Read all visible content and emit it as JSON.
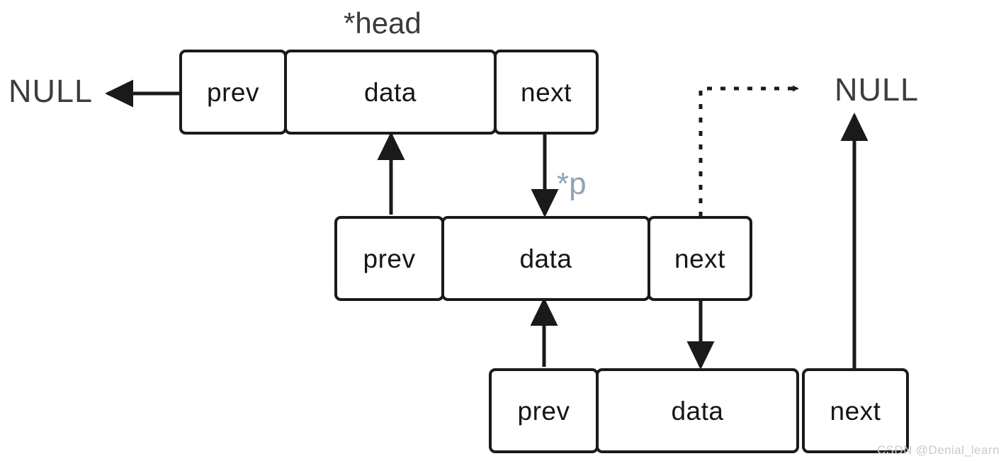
{
  "diagram": {
    "title_label": "*head",
    "pointer_label": "*p",
    "null_left": "NULL",
    "null_right": "NULL",
    "watermark": "CSDN @Denial_learn",
    "colors": {
      "stroke": "#1a1a1a",
      "text": "#15151b",
      "label": "#3a3a3a",
      "pointer_label": "#8fa3b8",
      "watermark": "#c9c9c9",
      "background": "#ffffff"
    },
    "nodes": [
      {
        "id": "node-head",
        "cells": [
          {
            "name": "prev",
            "label": "prev"
          },
          {
            "name": "data",
            "label": "data"
          },
          {
            "name": "next",
            "label": "next"
          }
        ]
      },
      {
        "id": "node-p",
        "cells": [
          {
            "name": "prev",
            "label": "prev"
          },
          {
            "name": "data",
            "label": "data"
          },
          {
            "name": "next",
            "label": "next"
          }
        ]
      },
      {
        "id": "node-tail",
        "cells": [
          {
            "name": "prev",
            "label": "prev"
          },
          {
            "name": "data",
            "label": "data"
          },
          {
            "name": "next",
            "label": "next"
          }
        ]
      }
    ],
    "arrows": [
      {
        "name": "head-prev-to-null",
        "style": "solid",
        "direction": "left"
      },
      {
        "name": "head-next-to-node2",
        "style": "solid",
        "direction": "down"
      },
      {
        "name": "node2-prev-to-head",
        "style": "solid",
        "direction": "up"
      },
      {
        "name": "node2-next-to-node3",
        "style": "solid",
        "direction": "down"
      },
      {
        "name": "node3-prev-to-node2",
        "style": "solid",
        "direction": "up"
      },
      {
        "name": "node2-next-dotted-to-null",
        "style": "dotted",
        "direction": "right"
      },
      {
        "name": "node3-next-to-null",
        "style": "solid",
        "direction": "up"
      }
    ]
  }
}
